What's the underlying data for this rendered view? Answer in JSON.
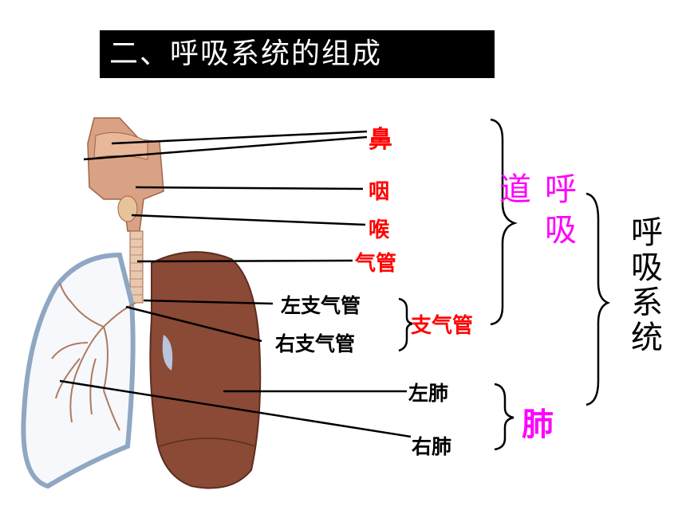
{
  "title": "二、呼吸系统的组成",
  "labels": {
    "nose": "鼻",
    "pharynx": "咽",
    "larynx": "喉",
    "trachea": "气管",
    "left_bronchus": "左支气管",
    "right_bronchus": "右支气管",
    "bronchus": "支气管",
    "left_lung": "左肺",
    "right_lung": "右肺"
  },
  "groups": {
    "airway_char1": "呼",
    "airway_char2": "吸",
    "airway_char3": "道",
    "lung": "肺",
    "system": "呼吸系统"
  },
  "colors": {
    "organ_label": "#ff0000",
    "group_label": "#ff00ff",
    "tissue": "#c98a6a",
    "lung": "#8a4a35"
  }
}
